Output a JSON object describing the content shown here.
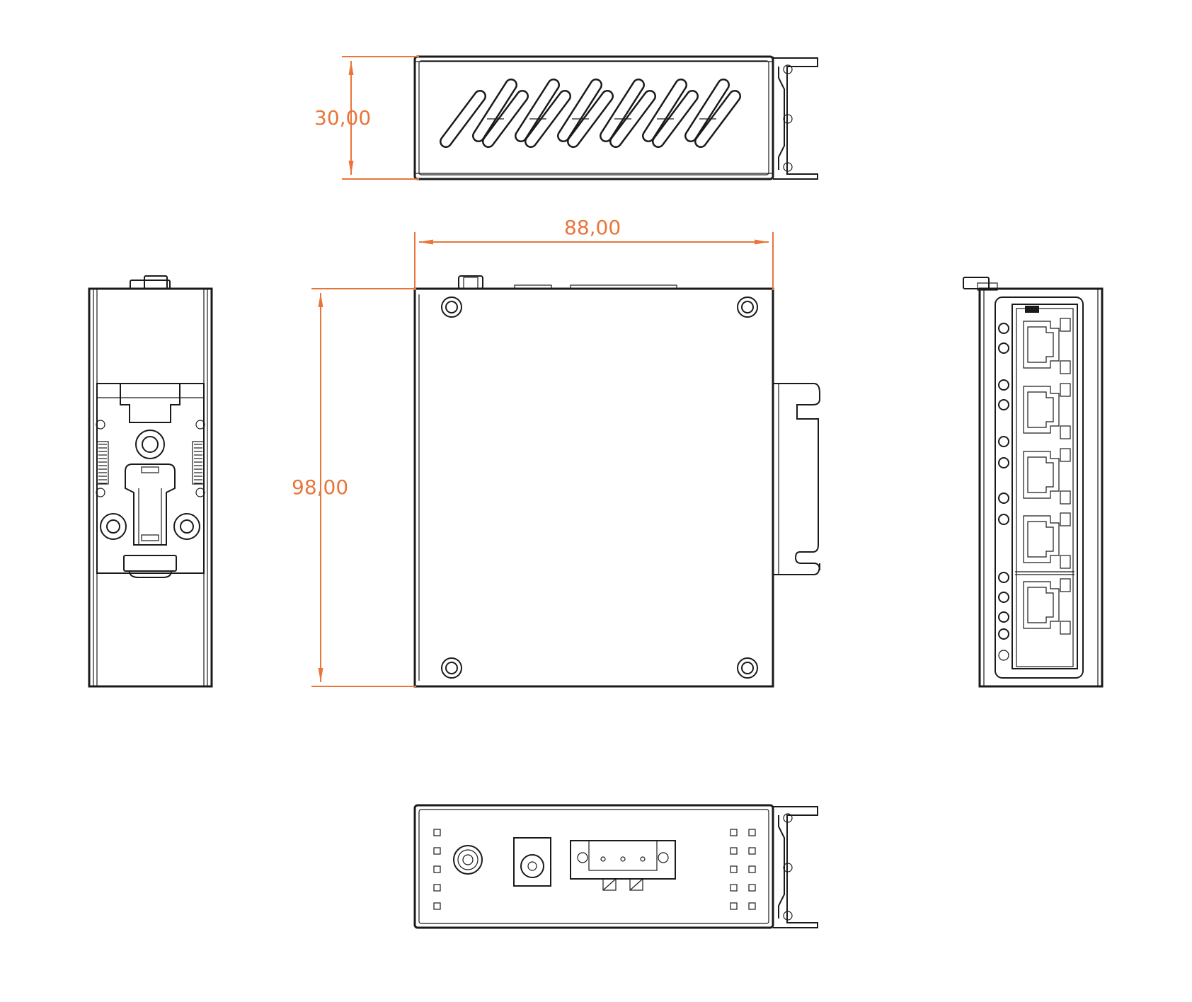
{
  "colors": {
    "line": "#1a1a1a",
    "dimension": "#e8763a",
    "background": "#ffffff"
  },
  "dimensions": {
    "height_top_view": "30,00",
    "width_front_view": "88,00",
    "height_front_view": "98,00"
  },
  "views": [
    {
      "name": "top-view"
    },
    {
      "name": "front-view"
    },
    {
      "name": "left-side-view"
    },
    {
      "name": "right-port-view"
    },
    {
      "name": "bottom-view"
    }
  ]
}
